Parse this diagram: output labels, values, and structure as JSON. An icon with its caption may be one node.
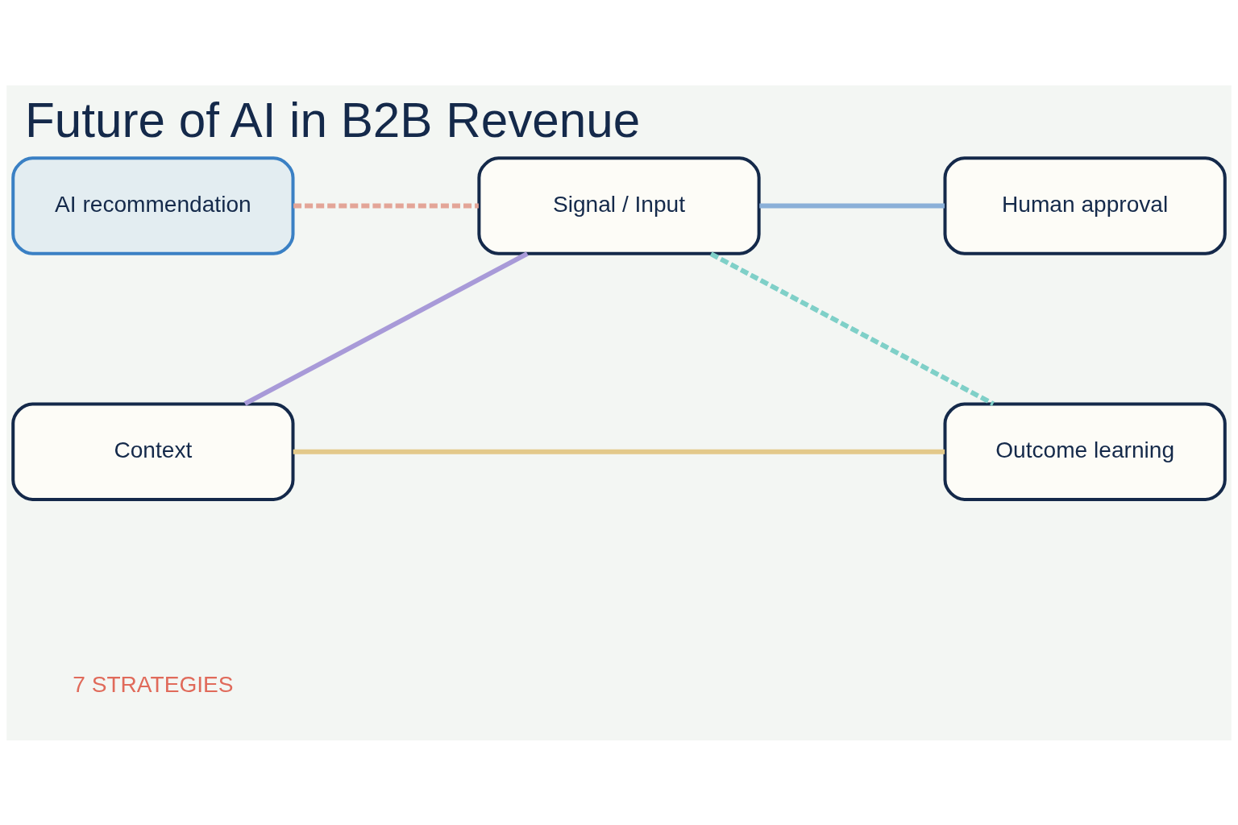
{
  "diagram": {
    "title": "Future of AI in B2B Revenue",
    "nodes": [
      {
        "text": [
          "Context"
        ]
      },
      {
        "text": [
          "Signal / Input"
        ]
      },
      {
        "text": [
          "Human approval"
        ]
      },
      {
        "text": [
          "AI recommendation"
        ]
      },
      {
        "text": [
          "Outcome learning"
        ]
      }
    ],
    "edges": [
      {
        "from": 0,
        "to": 1,
        "arrow": "none",
        "color": "#a89ad8"
      },
      {
        "from": 0,
        "to": 4,
        "arrow": "none",
        "color": "#e3c98a"
      },
      {
        "from": 1,
        "to": 2,
        "arrow": "none",
        "color": "#8bb0d8"
      },
      {
        "from": 3,
        "to": 1,
        "arrow": "none",
        "style": "dashed",
        "color": "#e3a598"
      },
      {
        "from": 1,
        "to": 4,
        "arrow": "none",
        "style": "dashed",
        "color": "#7fd0c8"
      }
    ],
    "labels": [
      "7 STRATEGIES"
    ]
  }
}
